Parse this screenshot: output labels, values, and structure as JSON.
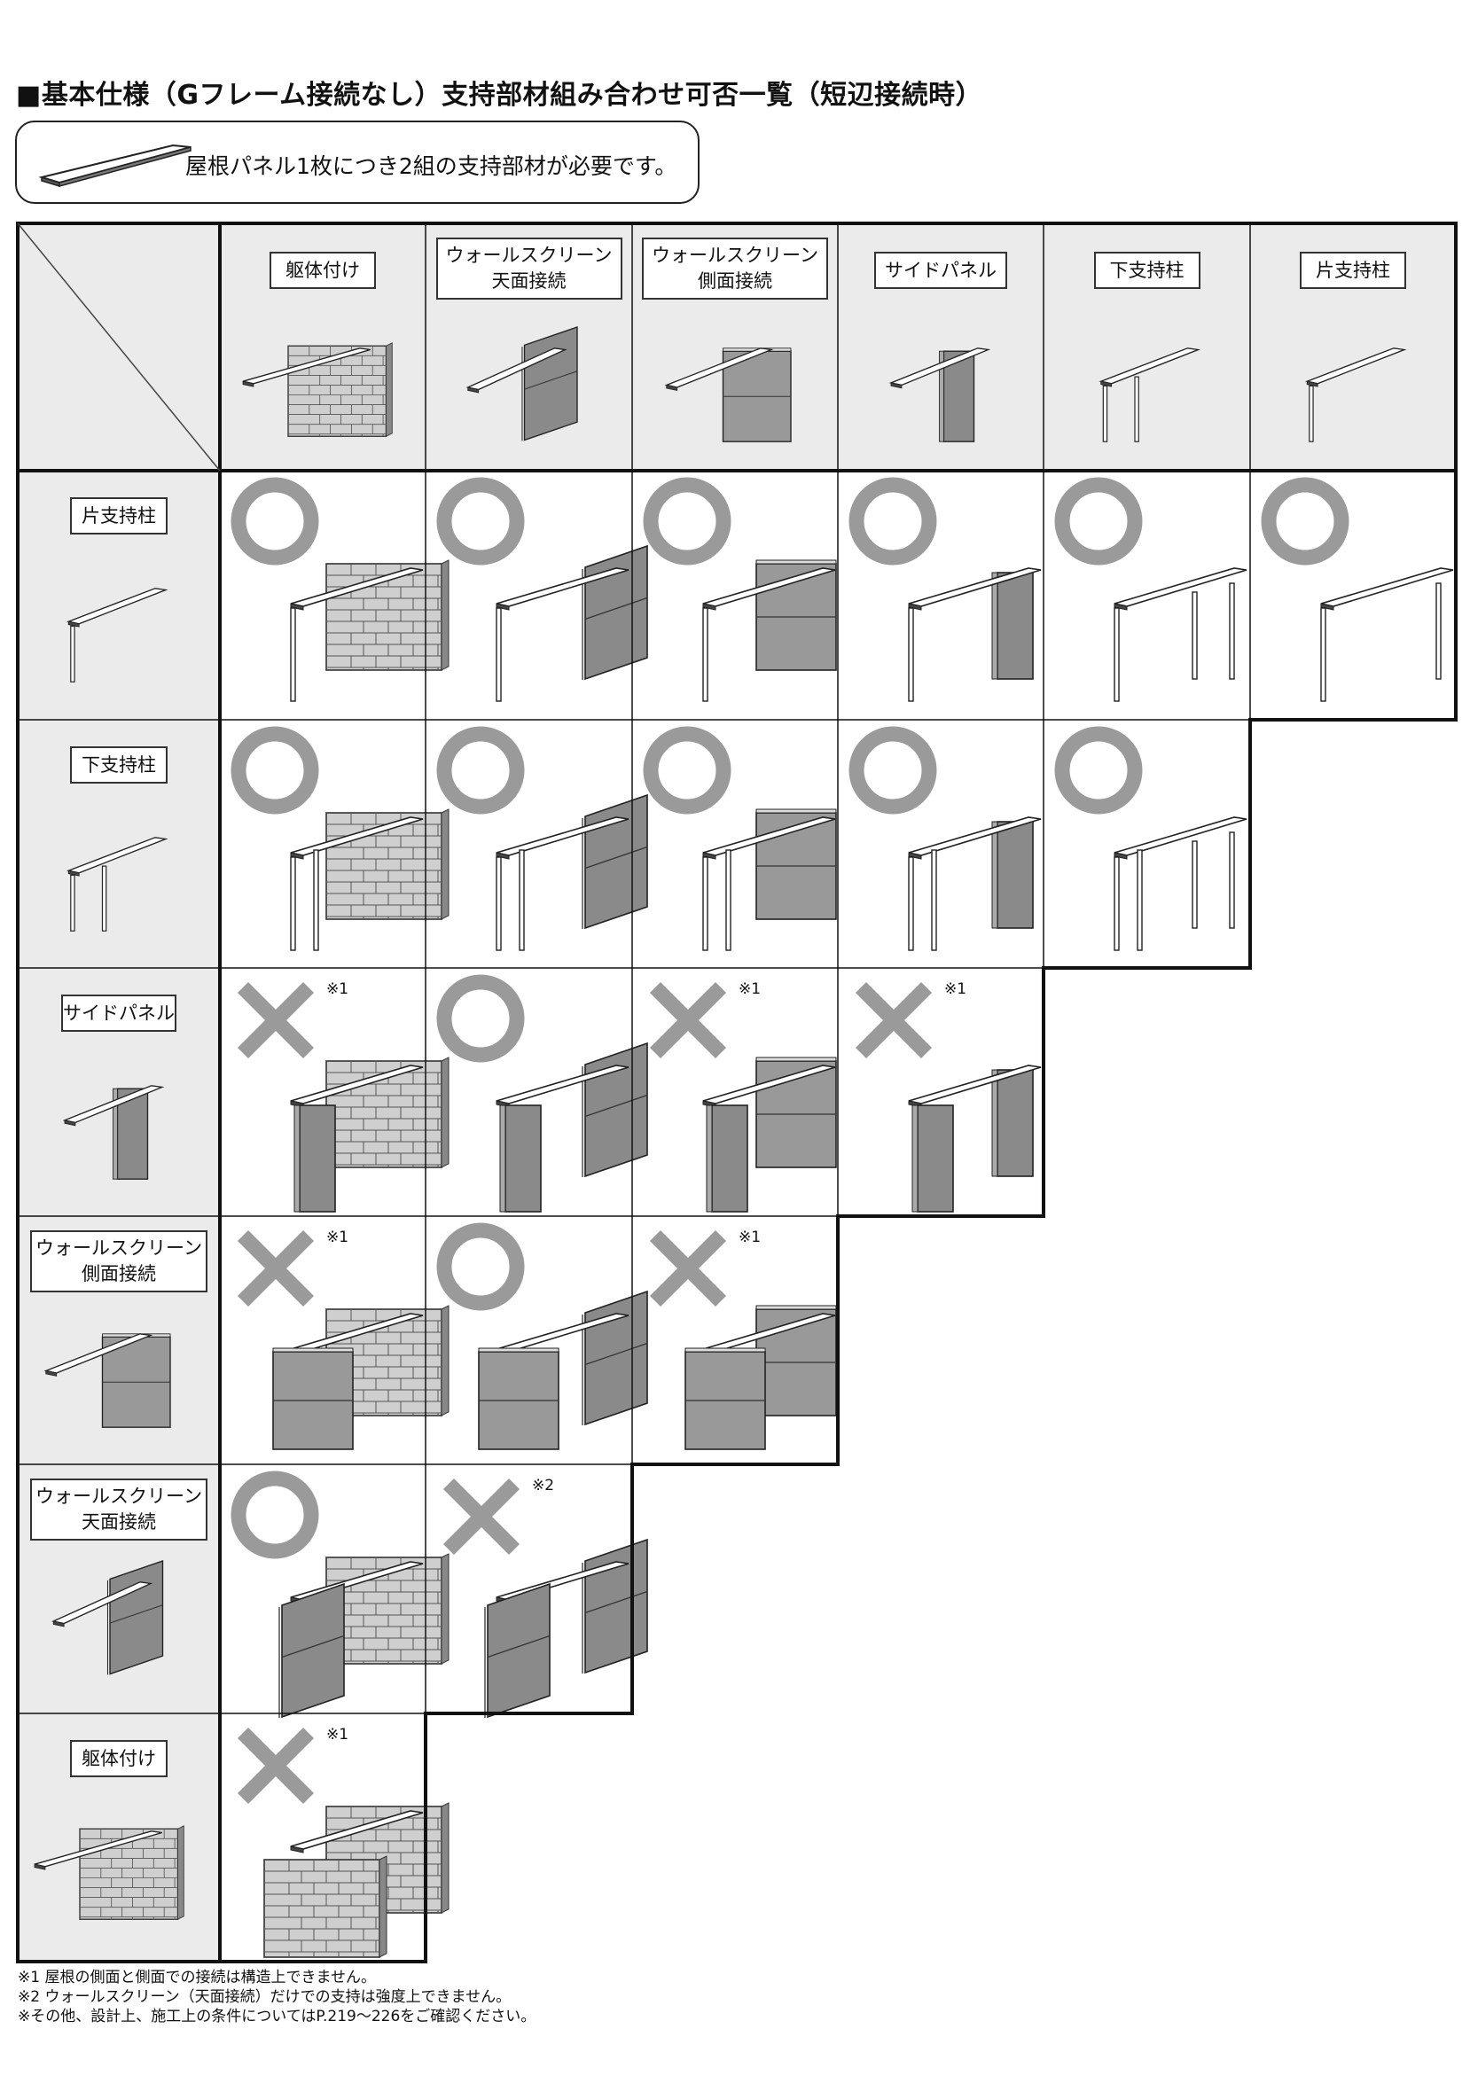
{
  "title": "■基本仕様（Gフレーム接続なし）支持部材組み合わせ可否一覧（短辺接続時）",
  "note": "屋根パネル1枚につき2組の支持部材が必要です。",
  "columns": [
    {
      "key": "kutai",
      "label": "躯体付け",
      "line2": ""
    },
    {
      "key": "wst",
      "label": "ウォールスクリーン",
      "line2": "天面接続"
    },
    {
      "key": "wss",
      "label": "ウォールスクリーン",
      "line2": "側面接続"
    },
    {
      "key": "sp",
      "label": "サイドパネル",
      "line2": ""
    },
    {
      "key": "shita",
      "label": "下支持柱",
      "line2": ""
    },
    {
      "key": "kata",
      "label": "片支持柱",
      "line2": ""
    }
  ],
  "rows": [
    {
      "key": "kata",
      "label": "片支持柱",
      "line2": "",
      "marks": [
        "○",
        "○",
        "○",
        "○",
        "○",
        "○"
      ],
      "notes": [
        "",
        "",
        "",
        "",
        "",
        ""
      ]
    },
    {
      "key": "shita",
      "label": "下支持柱",
      "line2": "",
      "marks": [
        "○",
        "○",
        "○",
        "○",
        "○"
      ],
      "notes": [
        "",
        "",
        "",
        "",
        ""
      ]
    },
    {
      "key": "sp",
      "label": "サイドパネル",
      "line2": "",
      "marks": [
        "×",
        "○",
        "×",
        "×"
      ],
      "notes": [
        "※1",
        "",
        "※1",
        "※1"
      ]
    },
    {
      "key": "wss",
      "label": "ウォールスクリーン",
      "line2": "側面接続",
      "marks": [
        "×",
        "○",
        "×"
      ],
      "notes": [
        "※1",
        "",
        "※1"
      ]
    },
    {
      "key": "wst",
      "label": "ウォールスクリーン",
      "line2": "天面接続",
      "marks": [
        "○",
        "×"
      ],
      "notes": [
        "",
        "※2"
      ]
    },
    {
      "key": "kutai",
      "label": "躯体付け",
      "line2": "",
      "marks": [
        "×"
      ],
      "notes": [
        "※1"
      ]
    }
  ],
  "footnotes": [
    "※1 屋根の側面と側面での接続は構造上できません。",
    "※2 ウォールスクリーン（天面接続）だけでの支持は強度上できません。",
    "※その他、設計上、施工上の条件についてはP.219～226をご確認ください。"
  ],
  "colors": {
    "header_bg": "#ebebeb",
    "mark": "#9a9a9a",
    "panel": "#8a8a8a",
    "brick": "#cfcfcf",
    "line": "#111111"
  },
  "icons": {
    "circle": "ok-circle-icon",
    "cross": "ng-cross-icon"
  }
}
